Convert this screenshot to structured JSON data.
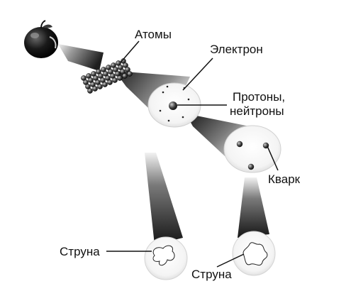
{
  "labels": {
    "atoms": "Атомы",
    "electron": "Электрон",
    "protons_line1": "Протоны,",
    "protons_line2": "нейтроны",
    "quark": "Кварк",
    "string_left": "Струна",
    "string_right": "Струна"
  },
  "icons": {
    "apple": "apple-icon"
  },
  "colors": {
    "ink": "#111111",
    "beam_dark": "#2a2a2a",
    "beam_light": "#e8e8e8",
    "background": "#ffffff"
  }
}
